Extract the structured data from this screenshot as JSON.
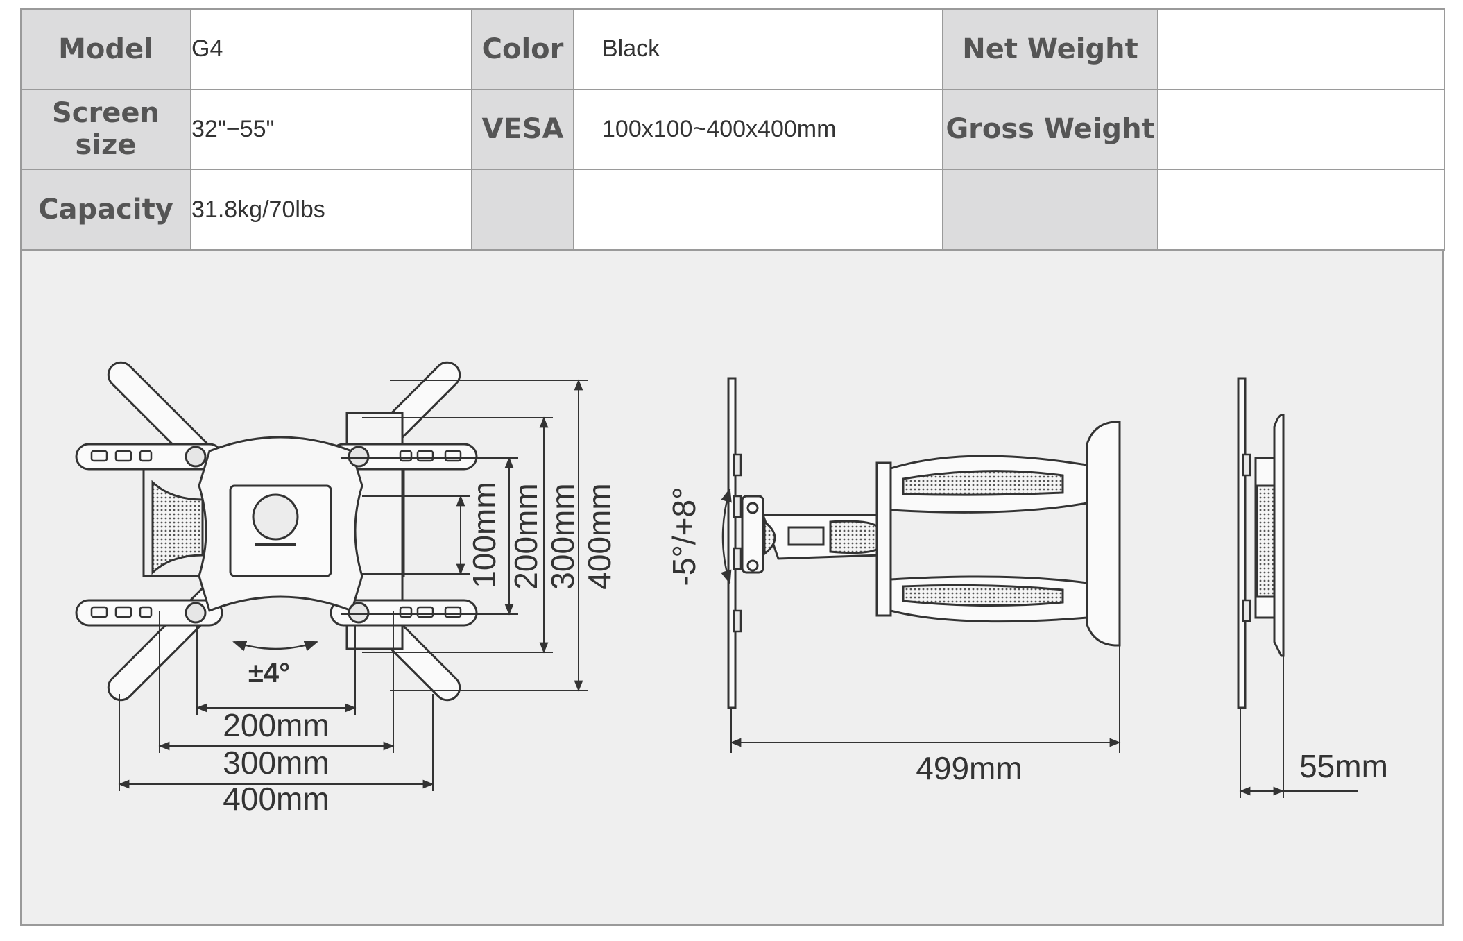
{
  "specs": {
    "rows": [
      [
        {
          "label": "Model",
          "value": "G4"
        },
        {
          "label": "Color",
          "value": "Black"
        },
        {
          "label": "Net Weight",
          "value": ""
        }
      ],
      [
        {
          "label": "Screen size",
          "value": "32\"−55\""
        },
        {
          "label": "VESA",
          "value": "100x100~400x400mm"
        },
        {
          "label": "Gross Weight",
          "value": ""
        }
      ],
      [
        {
          "label": "Capacity",
          "value": "31.8kg/70lbs"
        },
        {
          "label": "",
          "value": ""
        },
        {
          "label": "",
          "value": ""
        }
      ]
    ]
  },
  "drawing": {
    "front_view": {
      "horizontal_dims": [
        "200mm",
        "300mm",
        "400mm"
      ],
      "vertical_dims": [
        "100mm",
        "200mm",
        "300mm",
        "400mm"
      ],
      "swivel": "±4°"
    },
    "side_view": {
      "tilt": "-5°/+8°",
      "depth": "499mm"
    },
    "edge_view": {
      "thickness": "55mm"
    }
  },
  "colors": {
    "label_bg": "#dcdcdd",
    "drawing_bg": "#efefef",
    "line": "#333333",
    "border": "#9a9a9a"
  }
}
